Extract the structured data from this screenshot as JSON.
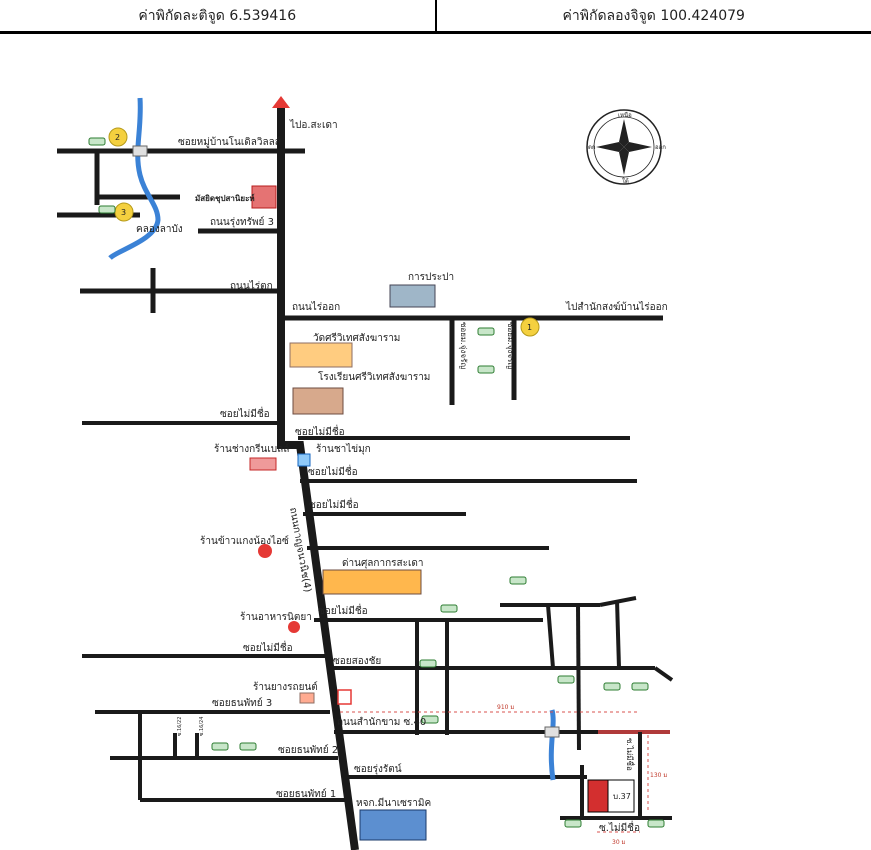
{
  "header": {
    "latitude_label": "ค่าพิกัดละติจูด 6.539416",
    "longitude_label": "ค่าพิกัดลองจิจูด 100.424079"
  },
  "compass": {
    "north": "เหนือ",
    "south": "ใต้",
    "east": "ออก",
    "west": "ตก"
  },
  "markers": [
    "1",
    "2",
    "3"
  ],
  "roads": {
    "to_post_office": "ไปอ.สะเดา",
    "soi_mu_ban": "ซอยหมู่บ้านโนเดิลวิลลส์",
    "khlong": "คลองลาบัง",
    "thanon_rung_sap_3": "ถนนรุ่งทรัพย์ 3",
    "thanon_rai_tok": "ถนนไร่ตก",
    "thanon_rai_ok": "ถนนไร่ออก",
    "to_office_ban_rai_ok": "ไปสำนักสงฆ์บ้านไร่ออก",
    "soi_yom_charoen_a": "ซอยม.จุ่งจรัญ",
    "soi_yom_charoen_b": "ซอยม.จุ่งจรัญ",
    "soi_unnamed_1": "ซอยไม่มีชื่อ",
    "soi_unnamed_2": "ซอยไม่มีชื่อ",
    "soi_unnamed_3": "ซอยไม่มีชื่อ",
    "soi_unnamed_4": "ซอยไม่มีชื่อ",
    "soi_unnamed_5": "ซอยไม่มีชื่อ",
    "soi_unnamed_6": "ซอยไม่มีชื่อ",
    "highway": "ถนนกาญจนวนิช(4)",
    "soi_song_chai": "ซอยสองชัย",
    "soi_thanon_phat_3": "ซอยธนพัทย์ 3",
    "thanon_samnak_kham": "ถนนสำนักขาม ซ.40",
    "soi_thanon_phat_2": "ซอยธนพัทย์ 2",
    "soi_rung_rat": "ซอยรุ่งรัตน์",
    "soi_thanon_phat_1": "ซอยธนพัทย์ 1",
    "soi_mai_mi_chue_v": "ซ.ไม่มีชื่อ",
    "soi_mai_mi_chue_bottom": "ซ.ไม่มีชื่อ",
    "soi_small_a": "ซ.16/22",
    "soi_small_b": "ซ.16/24"
  },
  "places": {
    "water_supply": "การประปา",
    "mosque": "มัสยิดชุปสานิยะห์",
    "wat": "วัดศรีวิเทศสังฆาราม",
    "school": "โรงเรียนศรีวิเทศสังฆาราม",
    "shop_green_bell": "ร้านช่างกรีนเบลล์",
    "shop_tea": "ร้านชาไข่มุก",
    "rice_shop": "ร้านข้าวแกงน้องไอซ์",
    "customs": "ด่านศุลกากรสะเดา",
    "food_shop": "ร้านอาหารนิตยา",
    "tire_shop": "ร้านยางรถยนต์",
    "market": "หจก.มีนาเซรามิค",
    "target_house": "บ.37"
  },
  "distances": {
    "d910": "910 ม",
    "d130": "130 ม",
    "d30": "30 ม"
  },
  "colors": {
    "road": "#1a1a1a",
    "river": "#3b82d6",
    "arrow": "#e53935",
    "marker": "#f4d03f",
    "target": "#d32f2f",
    "dash": "#d9534f"
  },
  "icons": {
    "compass": "compass-rose-icon",
    "car": "car-icon",
    "building": "building-icon",
    "seven_eleven": "seven-eleven-icon"
  }
}
